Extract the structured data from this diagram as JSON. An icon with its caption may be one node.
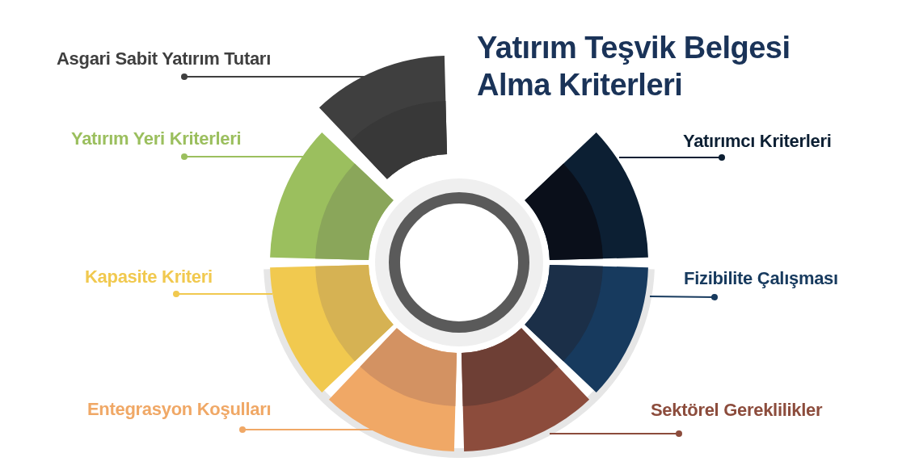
{
  "diagram": {
    "title": "Yatırım Teşvik Belgesi Alma Kriterleri",
    "nodes": [
      {
        "text": [
          "Asgari Sabit Yatırım Tutarı"
        ]
      },
      {
        "text": [
          "Yatırım Yeri Kriterleri"
        ]
      },
      {
        "text": [
          "Kapasite Kriteri"
        ]
      },
      {
        "text": [
          "Entegrasyon Koşulları"
        ]
      },
      {
        "text": [
          "Yatırımcı Kriterleri"
        ]
      },
      {
        "text": [
          "Fizibilite Çalışması"
        ]
      },
      {
        "text": [
          "Sektörel Gereklilikler"
        ]
      },
      {
        "text": [],
        "shape": "arc"
      },
      {
        "text": [],
        "shape": "arc"
      },
      {
        "text": [],
        "shape": "arc"
      },
      {
        "text": [],
        "shape": "arc"
      },
      {
        "text": [],
        "shape": "arc"
      },
      {
        "text": [],
        "shape": "arc"
      },
      {
        "text": [],
        "shape": "arc"
      }
    ],
    "edges": [
      {
        "from": 0,
        "to": 7,
        "arrow": "other",
        "color": "#3f3f3f"
      },
      {
        "from": 1,
        "to": 8,
        "arrow": "other",
        "color": "#9bbf5e"
      },
      {
        "from": 2,
        "to": 9,
        "arrow": "other",
        "color": "#f1c94f"
      },
      {
        "from": 3,
        "to": 10,
        "arrow": "other",
        "color": "#f0a866"
      },
      {
        "from": 4,
        "to": 11,
        "arrow": "other",
        "color": "#0c1f33"
      },
      {
        "from": 5,
        "to": 12,
        "arrow": "other",
        "color": "#173a5e"
      },
      {
        "from": 6,
        "to": 13,
        "arrow": "other",
        "color": "#8c4c3c"
      }
    ]
  }
}
